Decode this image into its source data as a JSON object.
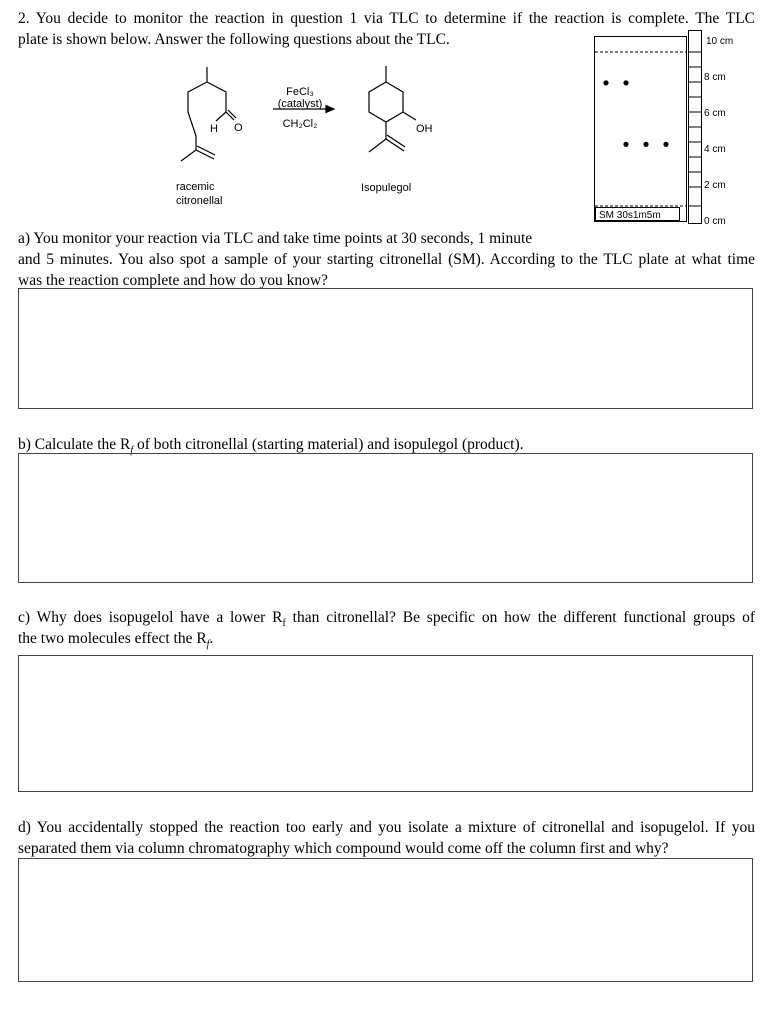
{
  "question": {
    "intro_line1": "2. You decide to monitor the reaction in question 1 via TLC to determine if the reaction is complete. The TLC",
    "intro_line2": "plate is shown below. Answer the following questions about the TLC."
  },
  "scheme": {
    "reagent_1": "FeCl₃",
    "reagent_2": "(catalyst)",
    "solvent": "CH₂Cl₂",
    "h_label": "H",
    "o_label": "O",
    "oh_label": "OH",
    "sm_name_line1": "racemic",
    "sm_name_line2": "citronellal",
    "product_name": "Isopulegol"
  },
  "tlc": {
    "lane_labels": "SM 30s1m5m",
    "ruler": [
      "10 cm",
      "8 cm",
      "6 cm",
      "4 cm",
      "2 cm",
      "0 cm"
    ],
    "spots": [
      {
        "lane": 1,
        "rf": 0.8
      },
      {
        "lane": 2,
        "rf": 0.8
      },
      {
        "lane": 2,
        "rf": 0.4
      },
      {
        "lane": 3,
        "rf": 0.4
      },
      {
        "lane": 4,
        "rf": 0.4
      }
    ]
  },
  "part_a": {
    "line1": "a) You monitor your reaction via TLC and take time points at 30 seconds, 1 minute",
    "line2": "and 5 minutes. You also spot a sample of your starting citronellal (SM). According to the TLC plate at what time",
    "line3": "was the reaction complete and how do you know?"
  },
  "part_b": {
    "text_before": "b) Calculate the R",
    "sub": "f",
    "text_after": " of both citronellal (starting material) and isopulegol (product)."
  },
  "part_c": {
    "line1_before": "c) Why does isopugelol have a lower R",
    "line1_sub": "f",
    "line1_after": " than citronellal? Be specific on how the different functional groups of",
    "line2_before": "the two molecules effect the R",
    "line2_sub": "f",
    "line2_after": "."
  },
  "part_d": {
    "line1": "d) You accidentally stopped the reaction too early and you isolate a mixture of citronellal and isopugelol. If you",
    "line2": "separated them via column chromatography which compound would come off the column first and why?"
  }
}
